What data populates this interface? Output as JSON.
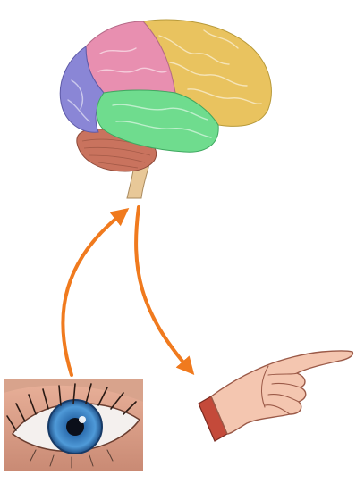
{
  "diagram": {
    "nodes": [
      {
        "id": "brain",
        "depicts": "brain-icon"
      },
      {
        "id": "eye",
        "depicts": "eye-icon"
      },
      {
        "id": "hand",
        "depicts": "pointing-hand-icon"
      }
    ],
    "edges": [
      {
        "from": "eye",
        "to": "brain"
      },
      {
        "from": "brain",
        "to": "hand"
      }
    ]
  },
  "colors": {
    "arrow": "#f07a1e",
    "frontal_lobe": "#e9c35f",
    "parietal_lobe": "#e88fb0",
    "occipital_lobe": "#8a86d6",
    "temporal_lobe": "#6fdc8e",
    "cerebellum": "#c9735e",
    "brain_stem": "#e8c898",
    "iris": "#3a87c8",
    "skin": "#f4c6b0",
    "sleeve": "#c44a3a"
  }
}
